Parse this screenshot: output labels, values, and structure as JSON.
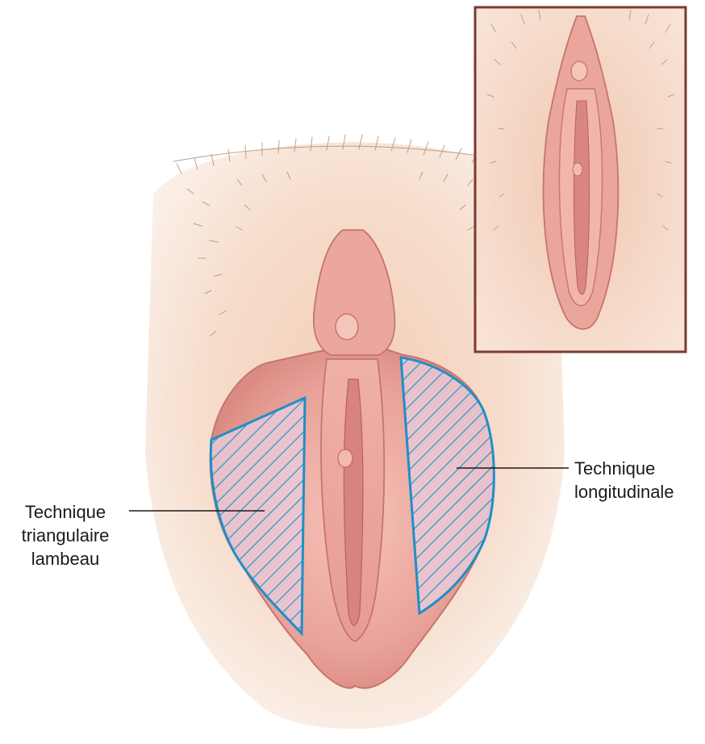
{
  "labels": {
    "triangular": [
      "Technique",
      "triangulaire",
      "lambeau"
    ],
    "longitudinal": [
      "Technique",
      "longitudinale"
    ]
  },
  "colors": {
    "background": "#ffffff",
    "skin_light": "#f7e2d3",
    "skin_mid": "#efc7ae",
    "hair": "#a58768",
    "mucosa_outer": "#e49a92",
    "mucosa_inner": "#f2b3aa",
    "mucosa_deep": "#c95f5c",
    "hatch_fill": "#e6c6d2",
    "hatch_line": "#1f8fc8",
    "inset_frame": "#7a3b2e",
    "leader_line": "#1a1a1a"
  }
}
